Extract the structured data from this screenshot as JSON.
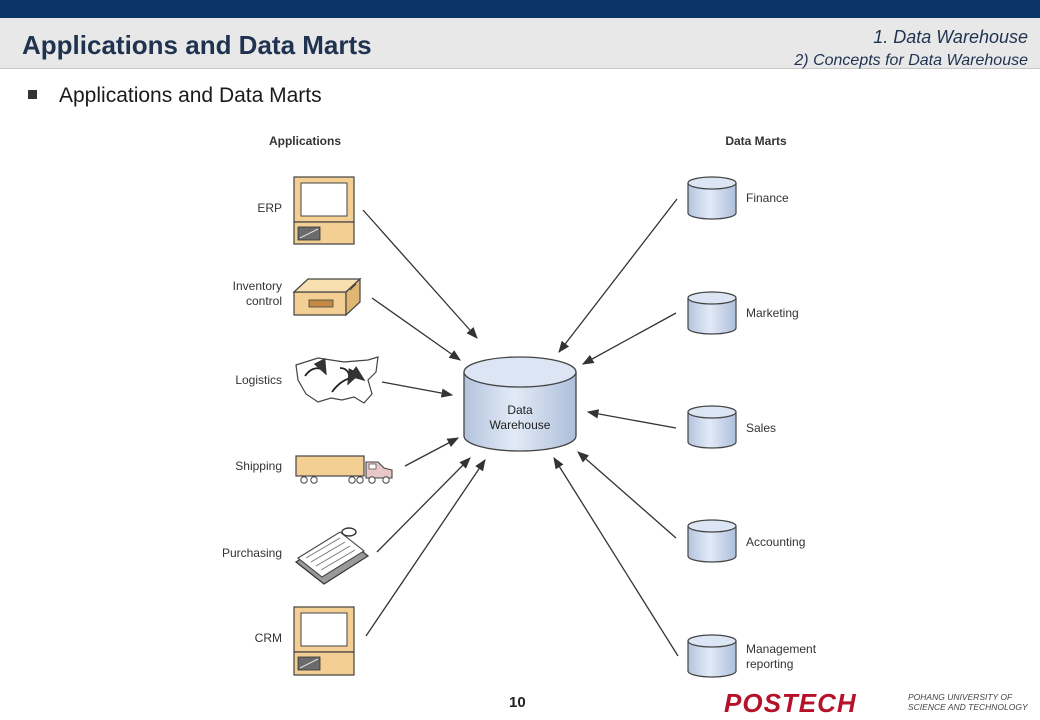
{
  "slide": {
    "title": "Applications and Data Marts",
    "section": "1. Data Warehouse",
    "subsection": "2) Concepts for Data Warehouse",
    "bullet": "Applications and Data Marts",
    "page_number": "10"
  },
  "diagram": {
    "applications_header": "Applications",
    "data_marts_header": "Data Marts",
    "warehouse_label": [
      "Data",
      "Warehouse"
    ],
    "applications": [
      {
        "label": [
          "ERP"
        ],
        "icon": "computer-icon"
      },
      {
        "label": [
          "Inventory",
          "control"
        ],
        "icon": "box-icon"
      },
      {
        "label": [
          "Logistics"
        ],
        "icon": "map-icon"
      },
      {
        "label": [
          "Shipping"
        ],
        "icon": "truck-icon"
      },
      {
        "label": [
          "Purchasing"
        ],
        "icon": "clipboard-icon"
      },
      {
        "label": [
          "CRM"
        ],
        "icon": "computer-icon"
      }
    ],
    "data_marts": [
      {
        "label": [
          "Finance"
        ]
      },
      {
        "label": [
          "Marketing"
        ]
      },
      {
        "label": [
          "Sales"
        ]
      },
      {
        "label": [
          "Accounting"
        ]
      },
      {
        "label": [
          "Management",
          "reporting"
        ]
      }
    ]
  },
  "logo": {
    "name": "POSTECH",
    "line1": "POHANG UNIVERSITY OF",
    "line2": "SCIENCE AND TECHNOLOGY"
  },
  "colors": {
    "top_bar": "#0b3566",
    "header_band": "#e8e8e8",
    "title": "#1f3350",
    "cylinder_fill": "#c9d6ea",
    "icon_tan": "#f3cf93",
    "logo_red": "#b5122a"
  }
}
